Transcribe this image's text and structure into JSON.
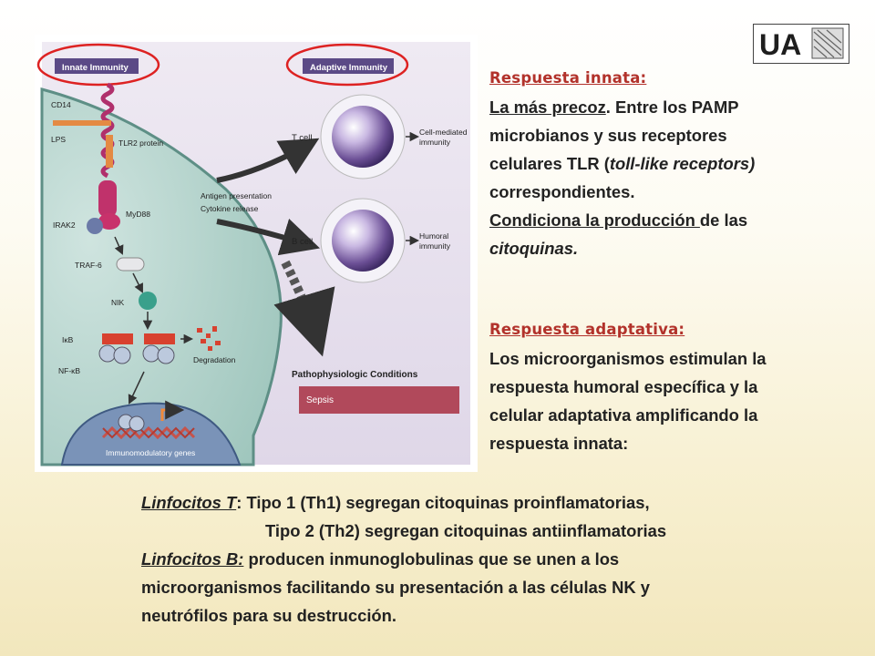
{
  "logo": {
    "text": "UA",
    "icon": "university-seal-icon"
  },
  "figure": {
    "innate_label": "Innate Immunity",
    "adaptive_label": "Adaptive Immunity",
    "cd14": "CD14",
    "lps": "LPS",
    "tlr2": "TLR2 protein",
    "irak2": "IRAK2",
    "myd88": "MyD88",
    "traf6": "TRAF-6",
    "nik": "NIK",
    "ikb": "IκB",
    "nfkb": "NF-κB",
    "degradation": "Degradation",
    "antigen": "Antigen presentation",
    "cytokine": "Cytokine release",
    "tcell": "T cell",
    "bcell": "B cell",
    "cell_mediated_1": "Cell-mediated",
    "cell_mediated_2": "immunity",
    "humoral_1": "Humoral",
    "humoral_2": "immunity",
    "patho": "Pathophysiologic Conditions",
    "sepsis": "Sepsis",
    "genes": "Immunomodulatory genes"
  },
  "innate": {
    "heading": "Respuesta innata:",
    "p1_u": "La más precoz",
    "p1_rest": ". Entre los PAMP",
    "p2": "microbianos y sus receptores",
    "p3_a": "celulares TLR (",
    "p3_b": "toll-like receptors)",
    "p4": "correspondientes.",
    "p5_u": "Condiciona la producción ",
    "p5_rest": "de las",
    "p6": "citoquinas."
  },
  "adaptive": {
    "heading": "Respuesta adaptativa:",
    "l1": "Los microorganismos estimulan la",
    "l2": "respuesta humoral específica y la",
    "l3": "celular adaptativa amplificando la",
    "l4": "respuesta innata:"
  },
  "bottom": {
    "t_label": "Linfocitos T",
    "t_colon": ": ",
    "t_line1": "Tipo 1 (Th1) segregan citoquinas proinflamatorias,",
    "t_line2": "Tipo 2 (Th2) segregan citoquinas antiinflamatorias",
    "b_label": "Linfocitos B:",
    "b_line1": " producen inmunoglobulinas que se unen a los",
    "b_line2": "microorganismos facilitando su presentación a las células NK y",
    "b_line3": "neutrófilos para su destrucción."
  }
}
